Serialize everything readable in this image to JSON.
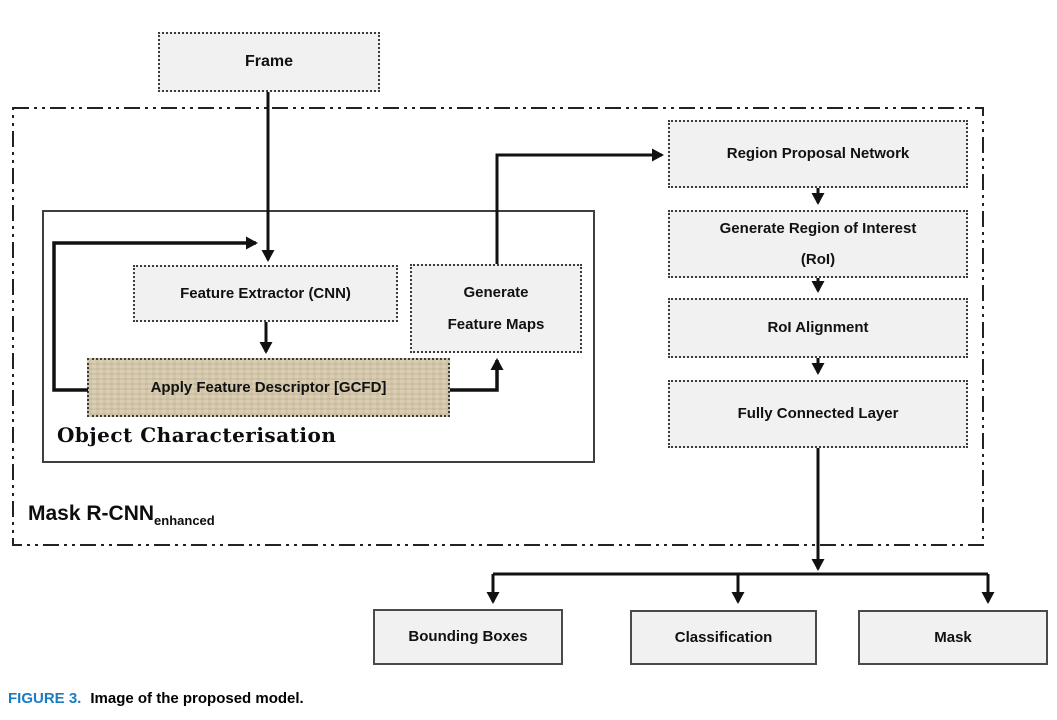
{
  "figure": {
    "caption_label": "FIGURE 3.",
    "caption_text": "Image of the proposed model."
  },
  "diagram": {
    "frame": "Frame",
    "feature_extractor": "Feature Extractor (CNN)",
    "apply_feature_descriptor": "Apply Feature Descriptor [GCFD]",
    "generate_feature_maps": "Generate Feature Maps",
    "object_characterisation": "Object Characterisation",
    "mask_rcnn": "Mask R-CNN",
    "mask_rcnn_subscript": "enhanced",
    "region_proposal_network": "Region Proposal Network",
    "generate_roi": "Generate Region of Interest (RoI)",
    "roi_alignment": "RoI Alignment",
    "fully_connected_layer": "Fully Connected Layer",
    "bounding_boxes": "Bounding Boxes",
    "classification": "Classification",
    "mask": "Mask"
  },
  "edges": [
    {
      "from": "Frame",
      "to": "Feature Extractor (CNN)"
    },
    {
      "from": "Feature Extractor (CNN)",
      "to": "Apply Feature Descriptor [GCFD]"
    },
    {
      "from": "Apply Feature Descriptor [GCFD]",
      "to": "Feature Extractor (CNN)",
      "type": "feedback-loop"
    },
    {
      "from": "Apply Feature Descriptor [GCFD]",
      "to": "Generate Feature Maps"
    },
    {
      "from": "Generate Feature Maps",
      "to": "Region Proposal Network"
    },
    {
      "from": "Region Proposal Network",
      "to": "Generate Region of Interest (RoI)"
    },
    {
      "from": "Generate Region of Interest (RoI)",
      "to": "RoI Alignment"
    },
    {
      "from": "RoI Alignment",
      "to": "Fully Connected Layer"
    },
    {
      "from": "Fully Connected Layer",
      "to": "Bounding Boxes"
    },
    {
      "from": "Fully Connected Layer",
      "to": "Classification"
    },
    {
      "from": "Fully Connected Layer",
      "to": "Mask"
    }
  ],
  "colors": {
    "node_fill": "#f1f1f1",
    "descriptor_fill": "#d9cdb2",
    "line": "#111111",
    "caption_accent": "#1b7cc2"
  }
}
